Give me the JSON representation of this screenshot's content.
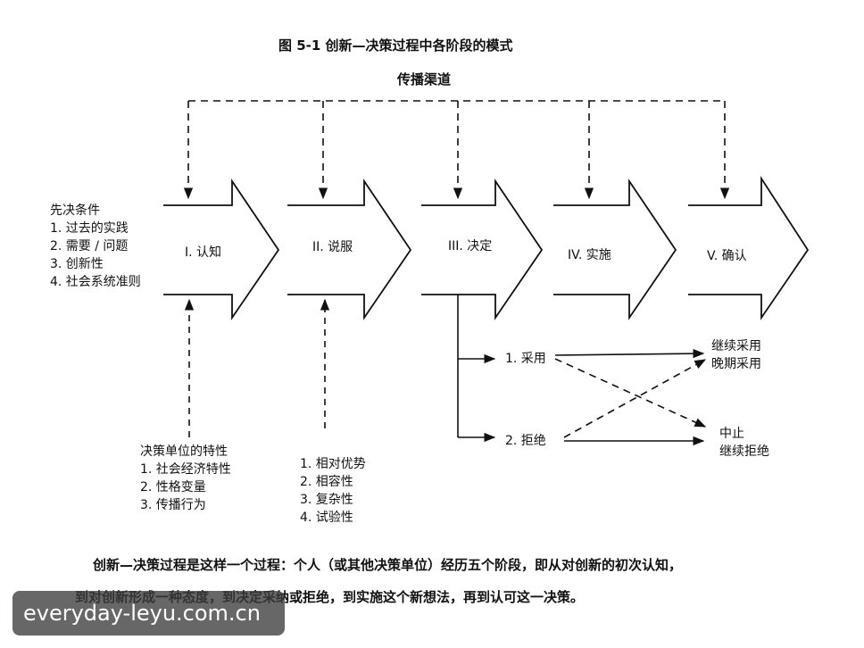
{
  "title": "图 5-1  创新—决策过程中各阶段的模式",
  "channel_label": "传播渠道",
  "prior_conditions": {
    "heading": "先决条件",
    "items": [
      "1. 过去的实践",
      "2. 需要 / 问题",
      "3. 创新性",
      "4. 社会系统准则"
    ]
  },
  "stages": [
    "I. 认知",
    "II. 说服",
    "III. 决定",
    "IV. 实施",
    "V. 确认"
  ],
  "decision_unit": {
    "heading": "决策单位的特性",
    "items": [
      "1. 社会经济特性",
      "2. 性格变量",
      "3. 传播行为"
    ]
  },
  "innovation_traits": {
    "items": [
      "1. 相对优势",
      "2. 相容性",
      "3. 复杂性",
      "4. 试验性"
    ]
  },
  "decision_options": {
    "adopt": "1. 采用",
    "reject": "2. 拒绝"
  },
  "outcomes": {
    "continue_adopt": "继续采用",
    "late_adopt": "晚期采用",
    "discontinue": "中止",
    "continue_reject": "继续拒绝"
  },
  "caption": {
    "line1": "创新—决策过程是这样一个过程：个人（或其他决策单位）经历五个阶段，即从对创新的初次认知，",
    "line2": "到对创新形成一种态度，到决定采纳或拒绝，到实施这个新想法，再到认可这一决策。"
  },
  "watermark": "everyday-leyu.com.cn"
}
